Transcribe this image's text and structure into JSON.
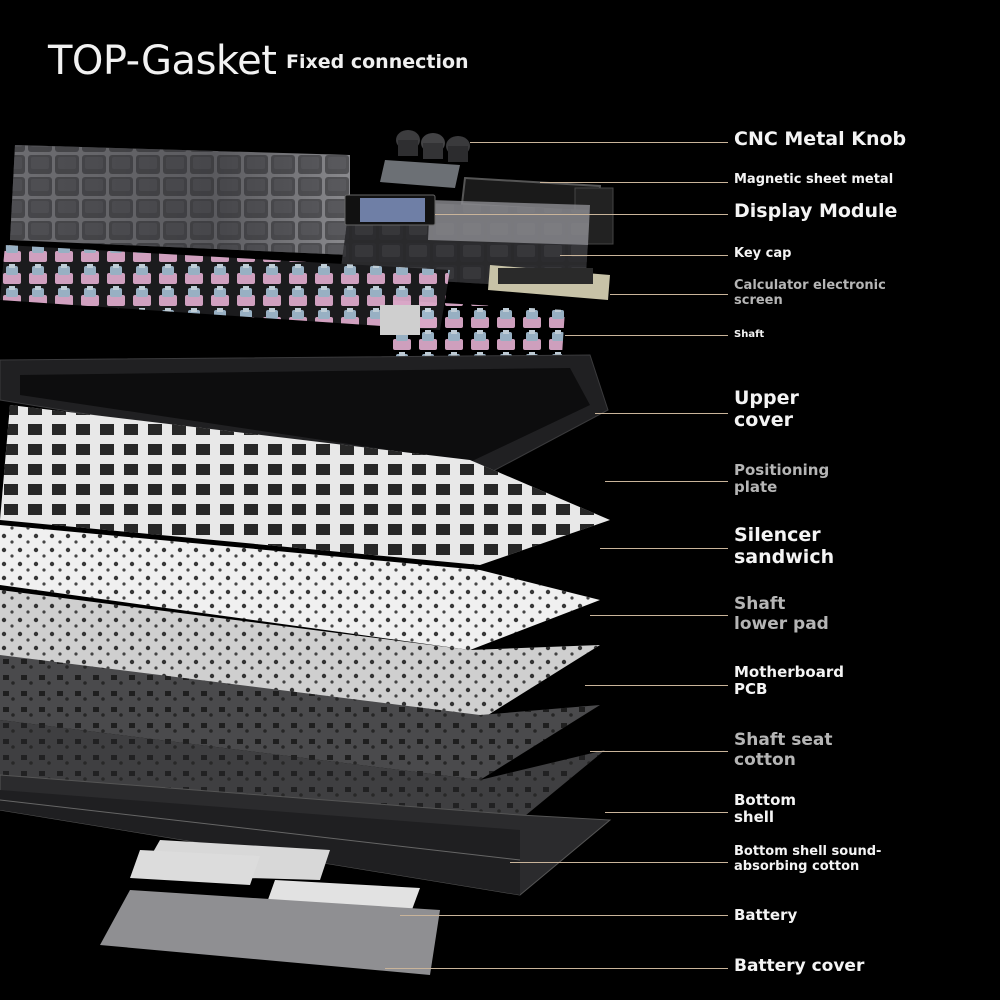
{
  "header": {
    "title": "TOP-Gasket",
    "subtitle": "Fixed connection"
  },
  "components": [
    {
      "label": "CNC Metal Knob",
      "size": "xl"
    },
    {
      "label": "Magnetic sheet metal",
      "size": "sm"
    },
    {
      "label": "Display Module",
      "size": "xl"
    },
    {
      "label": "Key cap",
      "size": "sm"
    },
    {
      "label": "Calculator electronic\nscreen",
      "size": "sm",
      "dim": true
    },
    {
      "label": "Shaft",
      "size": "xs"
    },
    {
      "label": "Upper\ncover",
      "size": "xl"
    },
    {
      "label": "Positioning\nplate",
      "size": "md",
      "dim": true
    },
    {
      "label": "Silencer\nsandwich",
      "size": "xl"
    },
    {
      "label": "Shaft\nlower pad",
      "size": "lg"
    },
    {
      "label": "Motherboard\nPCB",
      "size": "md"
    },
    {
      "label": "Shaft seat\ncotton",
      "size": "lg"
    },
    {
      "label": "Bottom\nshell",
      "size": "md"
    },
    {
      "label": "Bottom shell sound-\nabsorbing cotton",
      "size": "sm"
    },
    {
      "label": "Battery",
      "size": "md"
    },
    {
      "label": "Battery cover",
      "size": "lg"
    }
  ],
  "colors": {
    "background": "#000000",
    "leader_line": "#c9b49a",
    "plate_white": "#e8e8e8",
    "case_black": "#1c1c1e",
    "pcb_gray": "#3a3a3c",
    "switch_pink": "#d9a7c7"
  }
}
